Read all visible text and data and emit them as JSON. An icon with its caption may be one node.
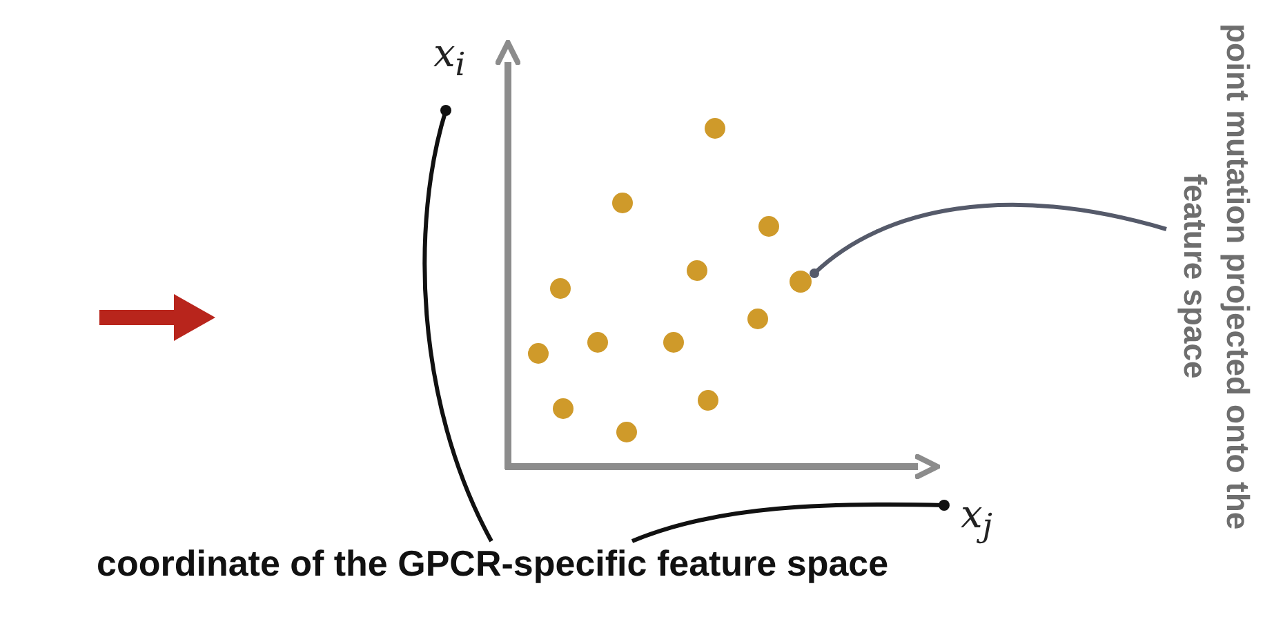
{
  "diagram": {
    "nodes": [
      {
        "text": [
          "point mutation projected onto the feature space"
        ]
      },
      {
        "text": [],
        "shape": "circle"
      },
      {
        "text": [
          "coordinate of the GPCR-specific feature space"
        ]
      },
      {
        "text": [
          "x$_{i}$"
        ]
      },
      {
        "text": [
          "x$_{j}$"
        ]
      }
    ],
    "edges": [
      {
        "from": 0,
        "to": 1,
        "arrow": "other"
      },
      {
        "from": 2,
        "to": 3,
        "arrow": "other"
      },
      {
        "from": 2,
        "to": 4,
        "arrow": "other"
      }
    ]
  }
}
